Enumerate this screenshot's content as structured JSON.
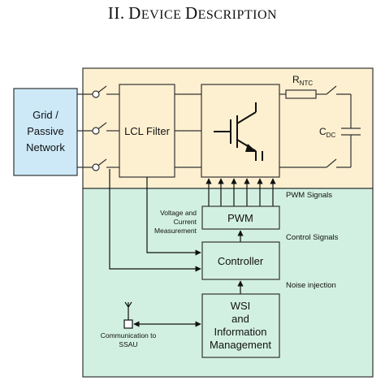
{
  "heading": {
    "number": "II.",
    "word1_initial": "D",
    "word1_rest": "EVICE",
    "word2_initial": "D",
    "word2_rest": "ESCRIPTION"
  },
  "blocks": {
    "grid_line1": "Grid /",
    "grid_line2": "Passive",
    "grid_line3": "Network",
    "lcl_filter": "LCL Filter",
    "pwm": "PWM",
    "controller": "Controller",
    "wsi_line1": "WSI",
    "wsi_line2": "and",
    "wsi_line3": "Information",
    "wsi_line4": "Management"
  },
  "labels": {
    "rntc_main": "R",
    "rntc_sub": "NTC",
    "cdc_main": "C",
    "cdc_sub": "DC",
    "pwm_signals": "PWM Signals",
    "control_signals": "Control Signals",
    "noise_injection": "Noise injection",
    "measurement_line1": "Voltage and",
    "measurement_line2": "Current",
    "measurement_line3": "Measurement",
    "comm_line1": "Communication to",
    "comm_line2": "SSAU"
  },
  "colors": {
    "power_region": "#fdf0d0",
    "control_region": "#d2f0e2",
    "grid_box": "#cde9f8",
    "stroke": "#333333"
  }
}
